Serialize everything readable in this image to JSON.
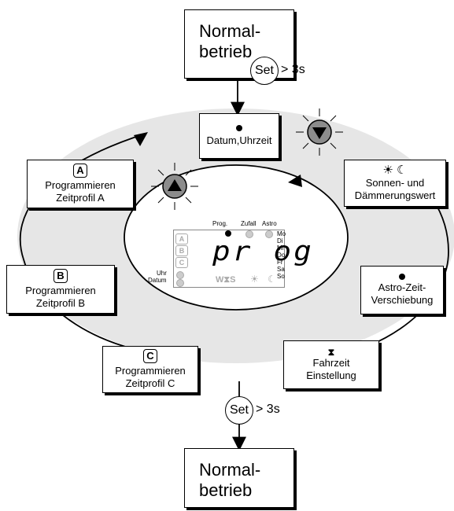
{
  "top_box": {
    "line1": "Normal-",
    "line2": "betrieb"
  },
  "bottom_box": {
    "line1": "Normal-",
    "line2": "betrieb"
  },
  "set_top": {
    "label": "Set",
    "duration": "> 3s"
  },
  "set_bottom": {
    "label": "Set",
    "duration": "> 3s"
  },
  "states": {
    "datum": {
      "label": "Datum,Uhrzeit"
    },
    "sonnen": {
      "line1": "Sonnen- und",
      "line2": "Dämmerungswert"
    },
    "astro": {
      "line1": "Astro-Zeit-",
      "line2": "Verschiebung"
    },
    "fahrzeit": {
      "line1": "Fahrzeit",
      "line2": "Einstellung"
    },
    "prog_a": {
      "letter": "A",
      "line1": "Programmieren",
      "line2": "Zeitprofil A"
    },
    "prog_b": {
      "letter": "B",
      "line1": "Programmieren",
      "line2": "Zeitprofil B"
    },
    "prog_c": {
      "letter": "C",
      "line1": "Programmieren",
      "line2": "Zeitprofil C"
    }
  },
  "lcd": {
    "main_text": "pr og",
    "top_labels": [
      "Prog.",
      "Zufall",
      "Astro"
    ],
    "days": [
      "Mo",
      "Di",
      "Mi",
      "Do",
      "Fr",
      "Sa",
      "So"
    ],
    "side_letters": [
      "A",
      "B",
      "C"
    ],
    "uhr": "Uhr",
    "datum": "Datum"
  },
  "icons": {
    "up_button": "up-triangle-icon",
    "down_button": "down-triangle-icon",
    "sun": "sun-icon",
    "moon": "moon-icon",
    "shutter": "shutter-icon"
  },
  "colors": {
    "ellipse_fill": "#e6e6e6",
    "button_fill": "#8c8c8c"
  }
}
